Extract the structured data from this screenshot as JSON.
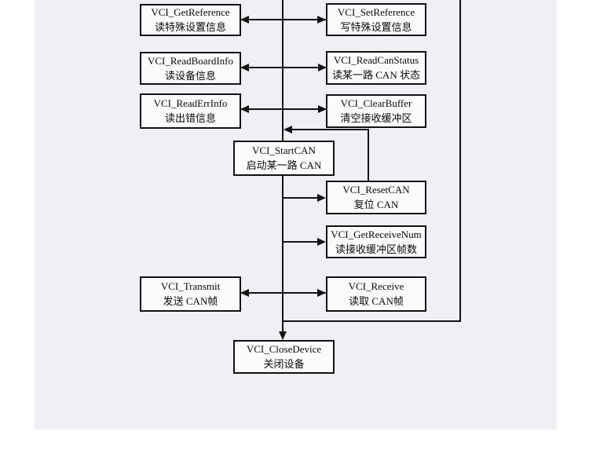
{
  "colors": {
    "panel_bg": "#eef0f5",
    "box_fill": "#fafbfd",
    "line": "#121212",
    "page_bg": "#ffffff"
  },
  "nodes": {
    "get_reference": {
      "func": "VCI_GetReference",
      "desc": "读特殊设置信息"
    },
    "set_reference": {
      "func": "VCI_SetReference",
      "desc": "写特殊设置信息"
    },
    "read_board_info": {
      "func": "VCI_ReadBoardInfo",
      "desc": "读设备信息"
    },
    "read_can_status": {
      "func": "VCI_ReadCanStatus",
      "desc": "读某一路 CAN 状态"
    },
    "read_err_info": {
      "func": "VCI_ReadErrInfo",
      "desc": "读出错信息"
    },
    "clear_buffer": {
      "func": "VCI_ClearBuffer",
      "desc": "清空接收缓冲区"
    },
    "start_can": {
      "func": "VCI_StartCAN",
      "desc": "启动某一路 CAN"
    },
    "reset_can": {
      "func": "VCI_ResetCAN",
      "desc": "复位 CAN"
    },
    "get_receive_num": {
      "func": "VCI_GetReceiveNum",
      "desc": "读接收缓冲区帧数"
    },
    "transmit": {
      "func": "VCI_Transmit",
      "desc": "发送 CAN帧"
    },
    "receive": {
      "func": "VCI_Receive",
      "desc": "读取 CAN帧"
    },
    "close_device": {
      "func": "VCI_CloseDevice",
      "desc": "关闭设备"
    }
  }
}
